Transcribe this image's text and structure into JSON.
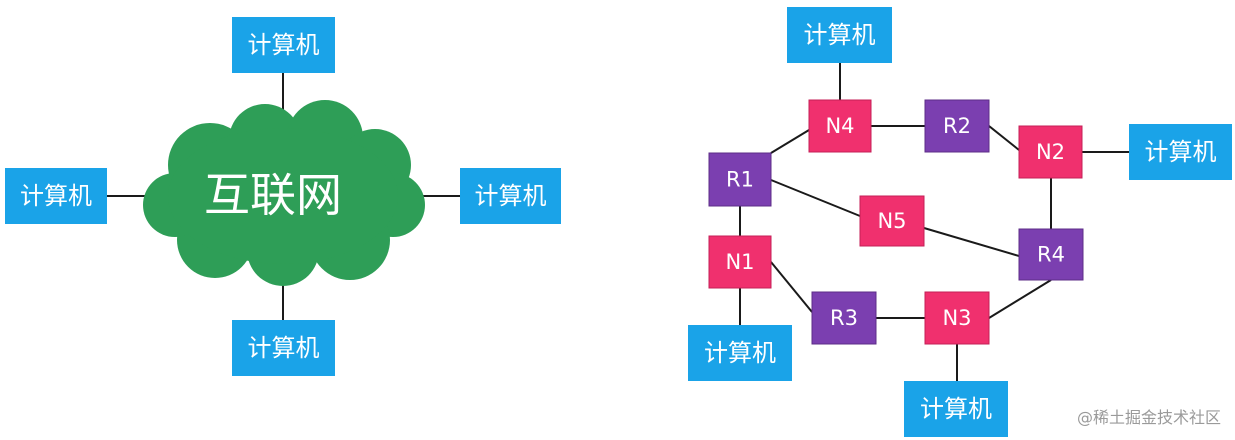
{
  "colors": {
    "computer": "#1aa3e8",
    "network": "#f0306e",
    "router": "#7b3fb0",
    "cloud": "#2e9e57",
    "line": "#1a1a1a"
  },
  "left_diagram": {
    "cloud_label": "互联网",
    "computer_top": "计算机",
    "computer_left": "计算机",
    "computer_right": "计算机",
    "computer_bottom": "计算机"
  },
  "right_diagram": {
    "routers": {
      "R1": "R1",
      "R2": "R2",
      "R3": "R3",
      "R4": "R4"
    },
    "networks": {
      "N1": "N1",
      "N2": "N2",
      "N3": "N3",
      "N4": "N4",
      "N5": "N5"
    },
    "computers": {
      "top": "计算机",
      "right": "计算机",
      "bottom_left": "计算机",
      "bottom": "计算机"
    }
  },
  "watermark": "@稀土掘金技术社区"
}
